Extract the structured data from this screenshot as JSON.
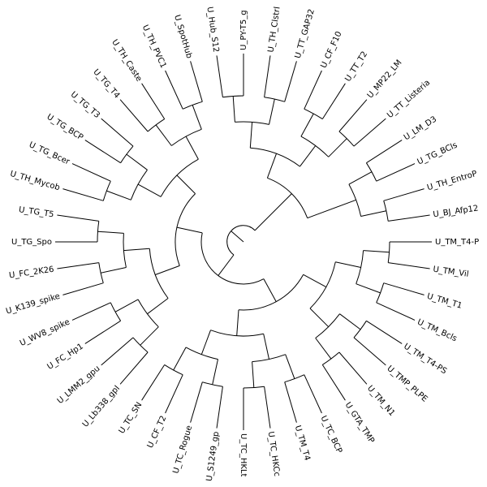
{
  "tree": {
    "leaves": [
      "U_TM_T4-P",
      "U_TM_Vil",
      "U_TM_T1",
      "U_TM_Bcls",
      "U_TM_T4-PS",
      "U_TMP_PLPE",
      "U_TM_N1",
      "U_GTA_TMP",
      "U_TC_BCP",
      "U_TM_T4",
      "U_TC_HKCc",
      "U_TC_HKLt",
      "U_S1249_gp",
      "U_TC_Rogue",
      "U_CF_T2",
      "U_TC_SN",
      "U_Lb338_gpI",
      "U_LMM2_gpu",
      "U_FC_Hp1",
      "U_WV8_spike",
      "U_K139_spike",
      "U_FC_2K26",
      "U_TG_Spo",
      "U_TG_T5",
      "U_TH_Mycob",
      "U_TG_Bcer",
      "U_TG_BCP",
      "U_TG_T3",
      "U_TG_T4",
      "U_TH_Caste",
      "U_TH_PVC1",
      "U_SpotHub",
      "U_Hub_S12",
      "U_PY-T5_g",
      "U_TH_Clstrl",
      "U_TT_GAP32",
      "U_CF_F10",
      "U_TT_T2",
      "U_MP22_LM",
      "U_TT_Listeria",
      "U_LM_D3",
      "U_TG_BCls",
      "U_TH_EntroP",
      "U_BJ_Afp12"
    ]
  }
}
